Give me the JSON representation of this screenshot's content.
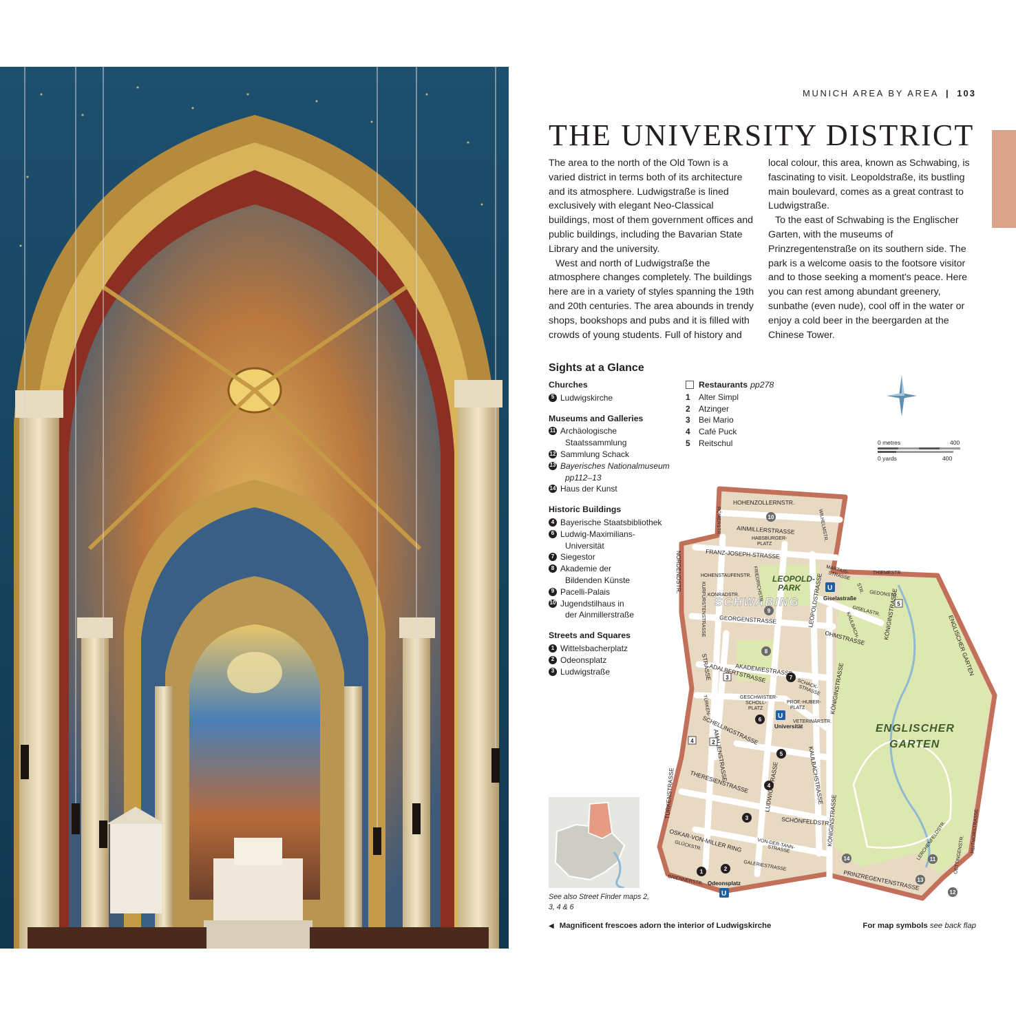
{
  "photo": {
    "description_icon": "church-interior-photo"
  },
  "header": {
    "section": "MUNICH AREA BY AREA",
    "separator": "|",
    "page_number": "103"
  },
  "title": "THE UNIVERSITY DISTRICT",
  "intro": {
    "left": [
      "The area to the north of the Old Town is a varied district in terms both of its architecture and its atmosphere. Ludwigstraße is lined exclusively with elegant Neo-Classical buildings, most of them government offices and public buildings, including the Bavarian State Library and the university.",
      "West and north of Ludwigstraße the atmosphere changes completely. The buildings here are in a variety of styles spanning the 19th and 20th centuries. The area abounds in trendy shops, bookshops and pubs and it is filled with crowds of young students. Full of history and"
    ],
    "right": [
      "local colour, this area, known as Schwabing, is fascinating to visit. Leopoldstraße, its bustling main boulevard, comes as a great contrast to Ludwigstraße.",
      "To the east of Schwabing is the Englischer Garten, with the museums of Prinzregentenstraße on its southern side. The park is a welcome oasis to the footsore visitor and to those seeking a moment's peace. Here you can rest among abundant greenery, sunbathe (even nude), cool off in the water or enjoy a cold beer in the beergarden at the Chinese Tower."
    ]
  },
  "glance": {
    "title": "Sights at a Glance",
    "churches": {
      "heading": "Churches",
      "items": [
        {
          "n": "5",
          "line1": "Ludwigskirche",
          "line2": ""
        }
      ]
    },
    "museums": {
      "heading": "Museums and Galleries",
      "items": [
        {
          "n": "11",
          "line1": "Archäologische",
          "line2": "Staatssammlung"
        },
        {
          "n": "12",
          "line1": "Sammlung Schack",
          "line2": ""
        },
        {
          "n": "13",
          "line1": "Bayerisches Nationalmuseum",
          "line2": "pp112–13"
        },
        {
          "n": "14",
          "line1": "Haus der Kunst",
          "line2": ""
        }
      ]
    },
    "historic": {
      "heading": "Historic Buildings",
      "items": [
        {
          "n": "4",
          "line1": "Bayerische Staatsbibliothek",
          "line2": ""
        },
        {
          "n": "6",
          "line1": "Ludwig-Maximilians-",
          "line2": "Universität"
        },
        {
          "n": "7",
          "line1": "Siegestor",
          "line2": ""
        },
        {
          "n": "8",
          "line1": "Akademie der",
          "line2": "Bildenden Künste"
        },
        {
          "n": "9",
          "line1": "Pacelli-Palais",
          "line2": ""
        },
        {
          "n": "10",
          "line1": "Jugendstilhaus in",
          "line2": "der Ainmillerstraße"
        }
      ]
    },
    "streets": {
      "heading": "Streets and Squares",
      "items": [
        {
          "n": "1",
          "line1": "Wittelsbacherplatz",
          "line2": ""
        },
        {
          "n": "2",
          "line1": "Odeonsplatz",
          "line2": ""
        },
        {
          "n": "3",
          "line1": "Ludwigstraße",
          "line2": ""
        }
      ]
    },
    "restaurants": {
      "heading": "Restaurants",
      "pages": "pp278",
      "items": [
        {
          "n": "1",
          "name": "Alter Simpl"
        },
        {
          "n": "2",
          "name": "Atzinger"
        },
        {
          "n": "3",
          "name": "Bei Mario"
        },
        {
          "n": "4",
          "name": "Café Puck"
        },
        {
          "n": "5",
          "name": "Reitschul"
        }
      ]
    }
  },
  "map": {
    "scale": {
      "metres_label": "0 metres",
      "metres_max": "400",
      "yards_label": "0 yards",
      "yards_max": "400"
    },
    "labels": {
      "schwabing": "SCHWABING",
      "leopold_park_1": "LEOPOLD-",
      "leopold_park_2": "PARK",
      "englischer_1": "ENGLISCHER",
      "englischer_2": "GARTEN",
      "hohenzollernstr": "HOHENZOLLERNSTR.",
      "ainmillerstrasse": "AINMILLERSTRASSE",
      "habsburgerplatz_1": "HABSBURGER-",
      "habsburgerplatz_2": "PLATZ",
      "franz_joseph": "FRANZ-JOSEPH-STRASSE",
      "nordendstr": "NORDENDSTR.",
      "romerstr": "RÖMERSTR.",
      "wilhelmstr": "WILHELMSTR.",
      "hohenstaufenstr": "HOHENSTAUFENSTR.",
      "friedrichstr": "FRIEDRICHSTR.",
      "konradstr": "KONRADSTR.",
      "kurfurstenstrasse": "KURFÜRSTENSTRASSE",
      "georgenstrasse": "GEORGENSTRASSE",
      "leopoldstrasse": "LEOPOLDSTRASSE",
      "martiusstrasse_1": "MARTIUS-",
      "martiusstrasse_2": "STRASSE",
      "thiemestr": "THIEMESTR.",
      "gedonstr": "GEDONSTR.",
      "str": "STR.",
      "kaulbach_top": "KAULBACH-",
      "giselastr": "GISELASTR.",
      "ohmstrasse": "OHMSTRASSE",
      "koniginstrasse": "KÖNIGINSTRASSE",
      "englischer_garten_edge": "ENGLISCHER GARTEN",
      "giselastrasse_stop": "Giselastraße",
      "universitat_stop": "Universität",
      "odeonsplatz_stop": "Odeonsplatz",
      "akademiestrasse": "AKADEMIESTRASSE",
      "adalbertstrasse": "ADALBERTSTRASSE",
      "strasse": "STRASSE",
      "turken_top": "TÜRKEN-",
      "schack_1": "SCHACK-",
      "schack_2": "STRASSE",
      "geschwister_1": "GESCHWISTER-",
      "geschwister_2": "SCHOLL-",
      "geschwister_3": "PLATZ",
      "prof_huber_1": "PROF.-HUBER-",
      "prof_huber_2": "PLATZ",
      "veterinarstr": "VETERINÄRSTR.",
      "schellingstrasse": "SCHELLINGSTRASSE",
      "amalienstrasse": "AMALIENSTRASSE",
      "ludwigstrasse": "LUDWIGSTRASSE",
      "kaulbachstrasse": "KAULBACHSTRASSE",
      "turkenstrasse": "TÜRKENSTRASSE",
      "theresienstrasse": "THERESIENSTRASSE",
      "schonfeldstr": "SCHÖNFELDSTR.",
      "oskar_von_miller": "OSKAR-VON-MILLER RING",
      "gluckstr": "GLÜCKSTR.",
      "von_der_tann_1": "VON-DER-TANN-",
      "von_der_tann_2": "STRASSE",
      "galeriestrasse": "GALERIESTRASSE",
      "briennerstr": "BRIENNERSTR.",
      "prinzregentenstrasse": "PRINZREGENTENSTRASSE",
      "lerchenfeldstr": "LERCHENFELDSTR.",
      "oettingenstr": "OETTINGENSTR.",
      "reitmorstrasse": "REITMORSTRASSE"
    },
    "u_symbol": "U"
  },
  "locator_caption": "See also Street Finder maps 2, 3, 4 & 6",
  "photo_caption": "Magnificent frescoes adorn the interior of Ludwigskirche",
  "symbols_note": {
    "bold": "For map symbols",
    "rest": "see back flap"
  },
  "colors": {
    "accent_tab": "#dba38a",
    "map_border": "#c2705a",
    "park": "#dde7b0",
    "blocks": "#e8d9c3"
  }
}
